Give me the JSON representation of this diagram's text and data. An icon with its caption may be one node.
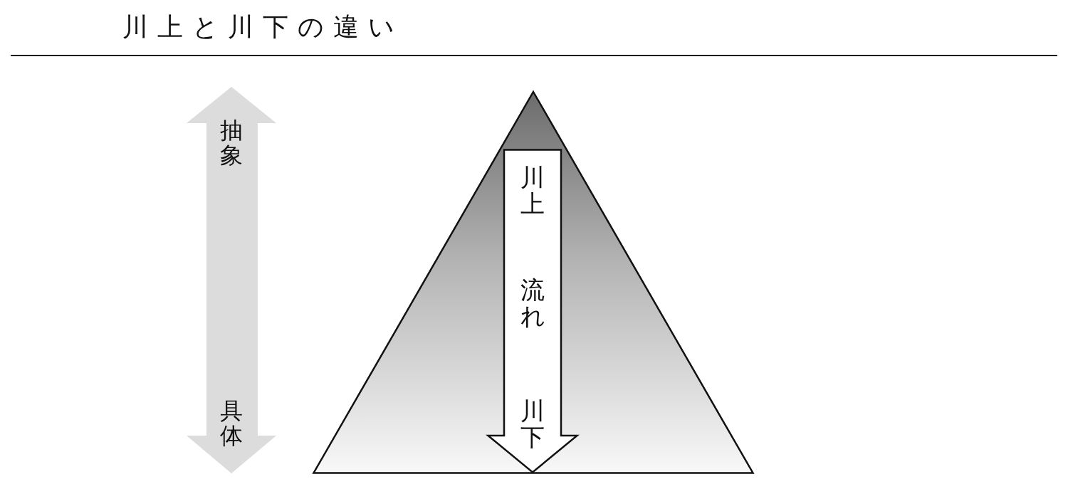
{
  "diagram": {
    "title": "川上と川下の違い",
    "nodes": [
      {
        "text": [
          "抽象",
          "具体"
        ]
      },
      {
        "text": [],
        "shape": "triangle"
      },
      {
        "text": [
          "川上",
          "流れ",
          "川下"
        ],
        "in": 1
      }
    ]
  }
}
